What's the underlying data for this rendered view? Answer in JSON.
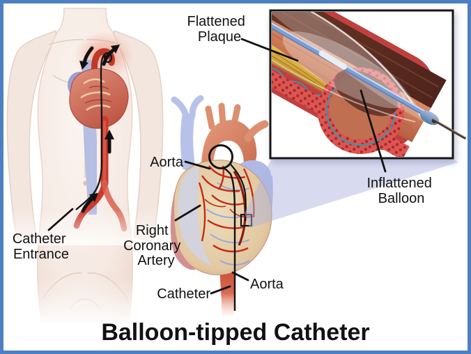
{
  "title": "Balloon-tipped Catheter",
  "labels": {
    "flattened_plaque": [
      "Flattened",
      "Plaque"
    ],
    "inflattened_balloon": [
      "Inflattened",
      "Balloon"
    ],
    "aorta_top": "Aorta",
    "right_coronary_artery": [
      "Right",
      "Coronary",
      "Artery"
    ],
    "catheter_entrance": [
      "Catheter",
      "Entrance"
    ],
    "catheter": "Catheter",
    "aorta_bottom": "Aorta"
  },
  "colors": {
    "frame_border": "#4d80c0",
    "background": "#ffffff",
    "label_text": "#111111",
    "artery_red": "#cc3a2e",
    "artery_cut_face_red": "#dd5552",
    "lumen_dark_brown": "#5c2d22",
    "inner_wall_salmon": "#c97a58",
    "plaque_yellow": "#e2b244",
    "intima_teal": "#3f94a6",
    "catheter_blue": "#7b9ed6",
    "balloon_white": "#f4f6fa",
    "beam_lavender": "#ccd2ec",
    "heart_cream": "#e8d7b4",
    "vein_blue": "#aeb9e6",
    "skin_tone": "#f6ece6"
  }
}
